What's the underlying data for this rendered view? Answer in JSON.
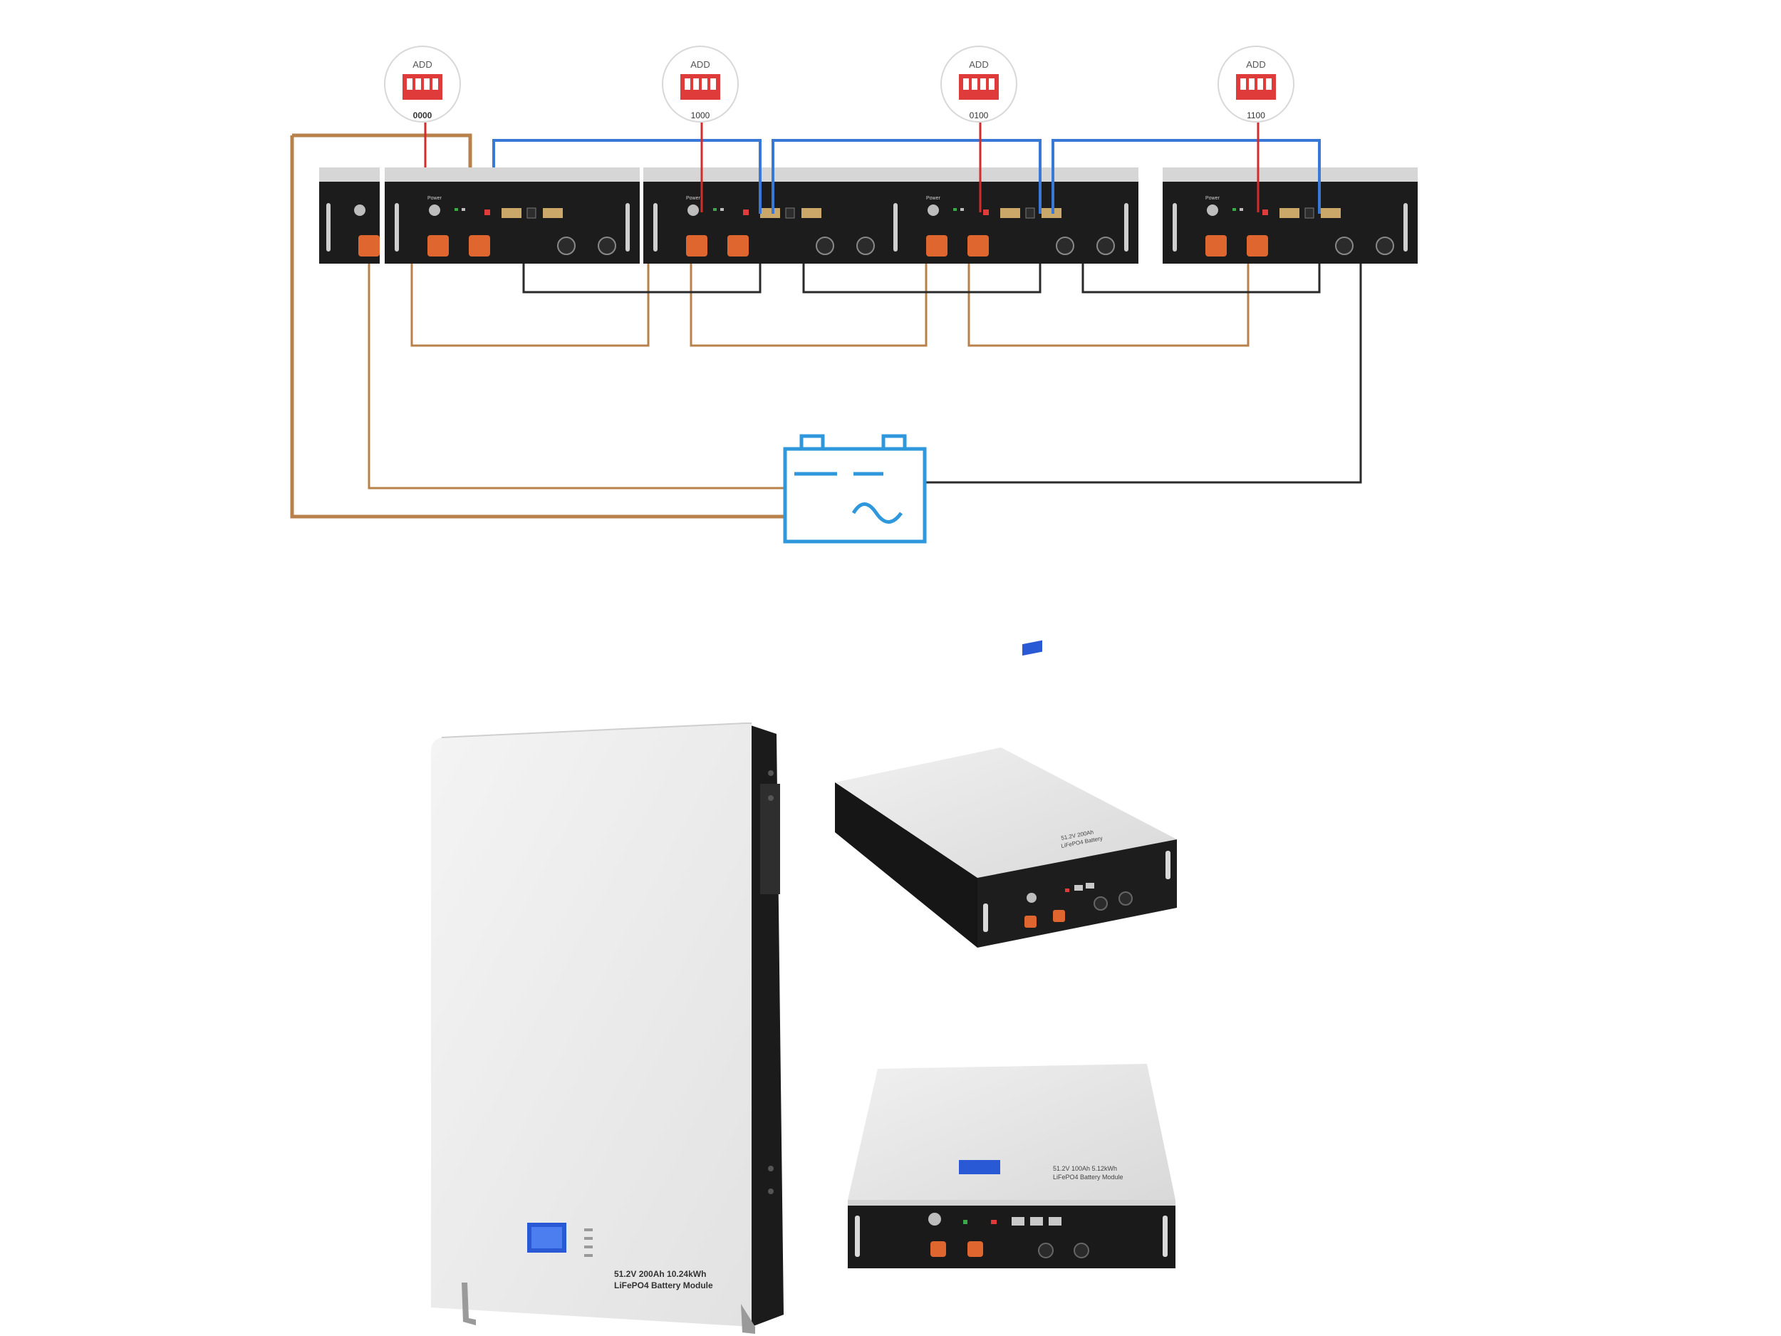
{
  "wiring_diagram": {
    "colors": {
      "positive_cable": "#b8804a",
      "negative_cable": "#2a2a2a",
      "comm_cable": "#3a78d8",
      "dip_link": "#d42b2b",
      "inverter": "#2f97dc",
      "panel": "#1c1c1c",
      "top_rail": "#d6d6d6",
      "terminal": "#e0662f",
      "dip_switch": "#e03b3b"
    },
    "address_badges": [
      {
        "title": "ADD",
        "code": "0000"
      },
      {
        "title": "ADD",
        "code": "1000"
      },
      {
        "title": "ADD",
        "code": "0100"
      },
      {
        "title": "ADD",
        "code": "1100"
      }
    ],
    "modules": [
      {
        "power_label": "Power"
      },
      {
        "power_label": "Power"
      },
      {
        "power_label": "Power"
      },
      {
        "power_label": "Power"
      }
    ],
    "inverter_icon": "inverter-dc-ac-icon"
  },
  "product_photos": {
    "wall_unit": {
      "label_line1": "51.2V 200Ah 10.24kWh",
      "label_line2": "LiFePO4 Battery Module"
    },
    "rack_unit_top": {
      "label_line1": "51.2V 200Ah",
      "label_line2": "LiFePO4 Battery"
    },
    "rack_unit_bottom": {
      "label_line1": "51.2V 100Ah 5.12kWh",
      "label_line2": "LiFePO4 Battery Module"
    }
  }
}
